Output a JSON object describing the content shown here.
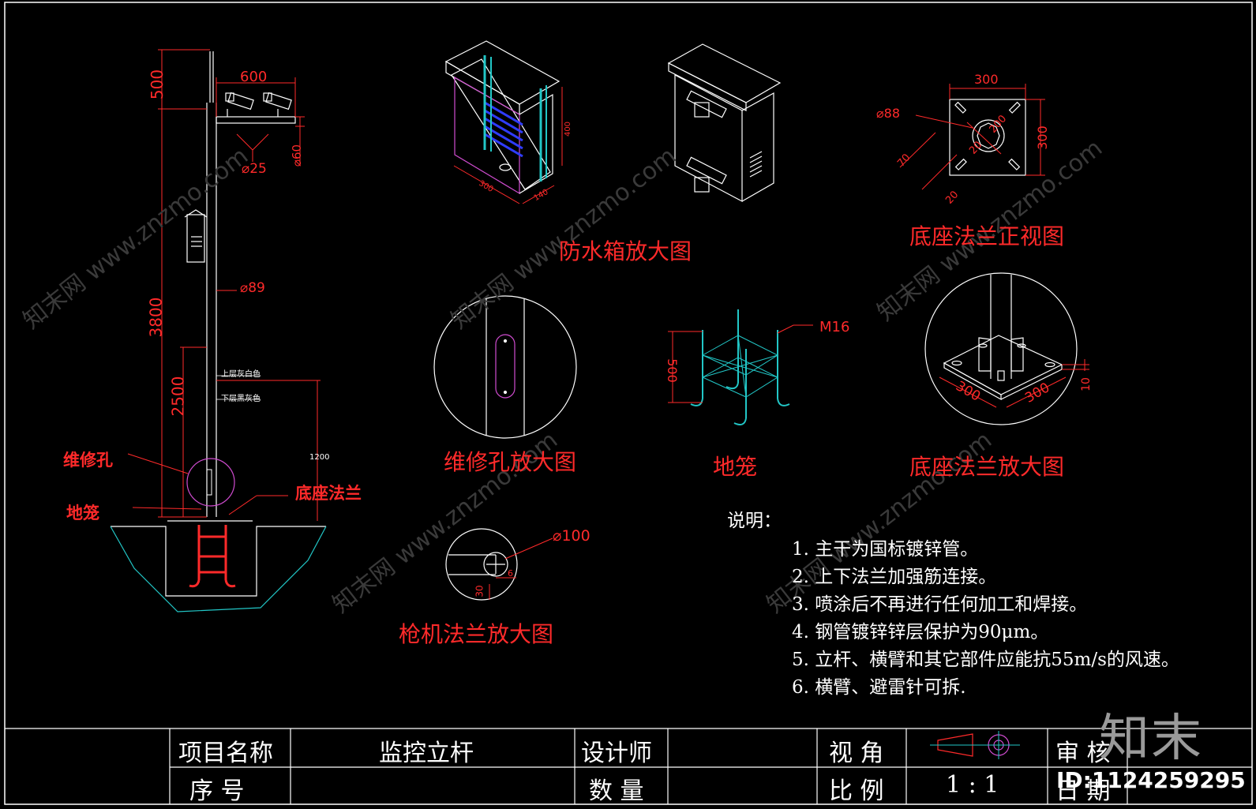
{
  "main_pole": {
    "dims": {
      "top": "500",
      "arm": "600",
      "mount_dia": "⌀25",
      "mount_h": "⌀60",
      "pole_dia": "⌀89",
      "shaft": "3800",
      "lower": "2500",
      "depth": "1200"
    },
    "band_upper": "上层灰白色",
    "band_lower": "下层黑灰色",
    "labels": {
      "repair_hole": "维修孔",
      "ground_cage": "地笼",
      "base_flange": "底座法兰"
    }
  },
  "waterproof_box": {
    "caption": "防水箱放大图",
    "dims": {
      "w": "300",
      "d": "140",
      "h": "400"
    }
  },
  "flange_front": {
    "caption": "底座法兰正视图",
    "dims": {
      "width": "300",
      "height": "300",
      "hole": "⌀88",
      "inner": "200",
      "gap": "20",
      "edge": "70",
      "edge2": "20"
    }
  },
  "repair_hole_detail": {
    "caption": "维修孔放大图"
  },
  "ground_cage_detail": {
    "caption": "地笼",
    "dims": {
      "height": "500",
      "bolt": "M16"
    }
  },
  "flange_detail": {
    "caption": "底座法兰放大图",
    "dims": {
      "a": "300",
      "b": "300",
      "t": "10"
    }
  },
  "gun_flange": {
    "caption": "枪机法兰放大图",
    "dims": {
      "dia": "⌀100",
      "w": "30",
      "h": "6"
    }
  },
  "notes": {
    "heading": "说明：",
    "items": [
      "1. 主干为国标镀锌管。",
      "2. 上下法兰加强筋连接。",
      "3. 喷涂后不再进行任何加工和焊接。",
      "4. 钢管镀锌锌层保护为90μm。",
      "5. 立杆、横臂和其它部件应能抗55m/s的风速。",
      "6. 横臂、避雷针可拆."
    ]
  },
  "title_block": {
    "project_label": "项目名称",
    "project_value": "监控立杆",
    "designer_label": "设计师",
    "view_label": "视  角",
    "review_label": "审  核",
    "serial_label": "序    号",
    "qty_label": "数  量",
    "scale_label": "比  例",
    "scale_value": "1 : 1",
    "date_label": "日  期"
  },
  "brand": {
    "logo": "知末",
    "id": "ID:1124259295"
  },
  "watermark": "知末网 www.znzmo.com",
  "colors": {
    "line": "#ffffff",
    "dim": "#ff2a2a",
    "cyan": "#22c7c7",
    "blue": "#2f3cff",
    "magenta": "#d04cd0"
  }
}
